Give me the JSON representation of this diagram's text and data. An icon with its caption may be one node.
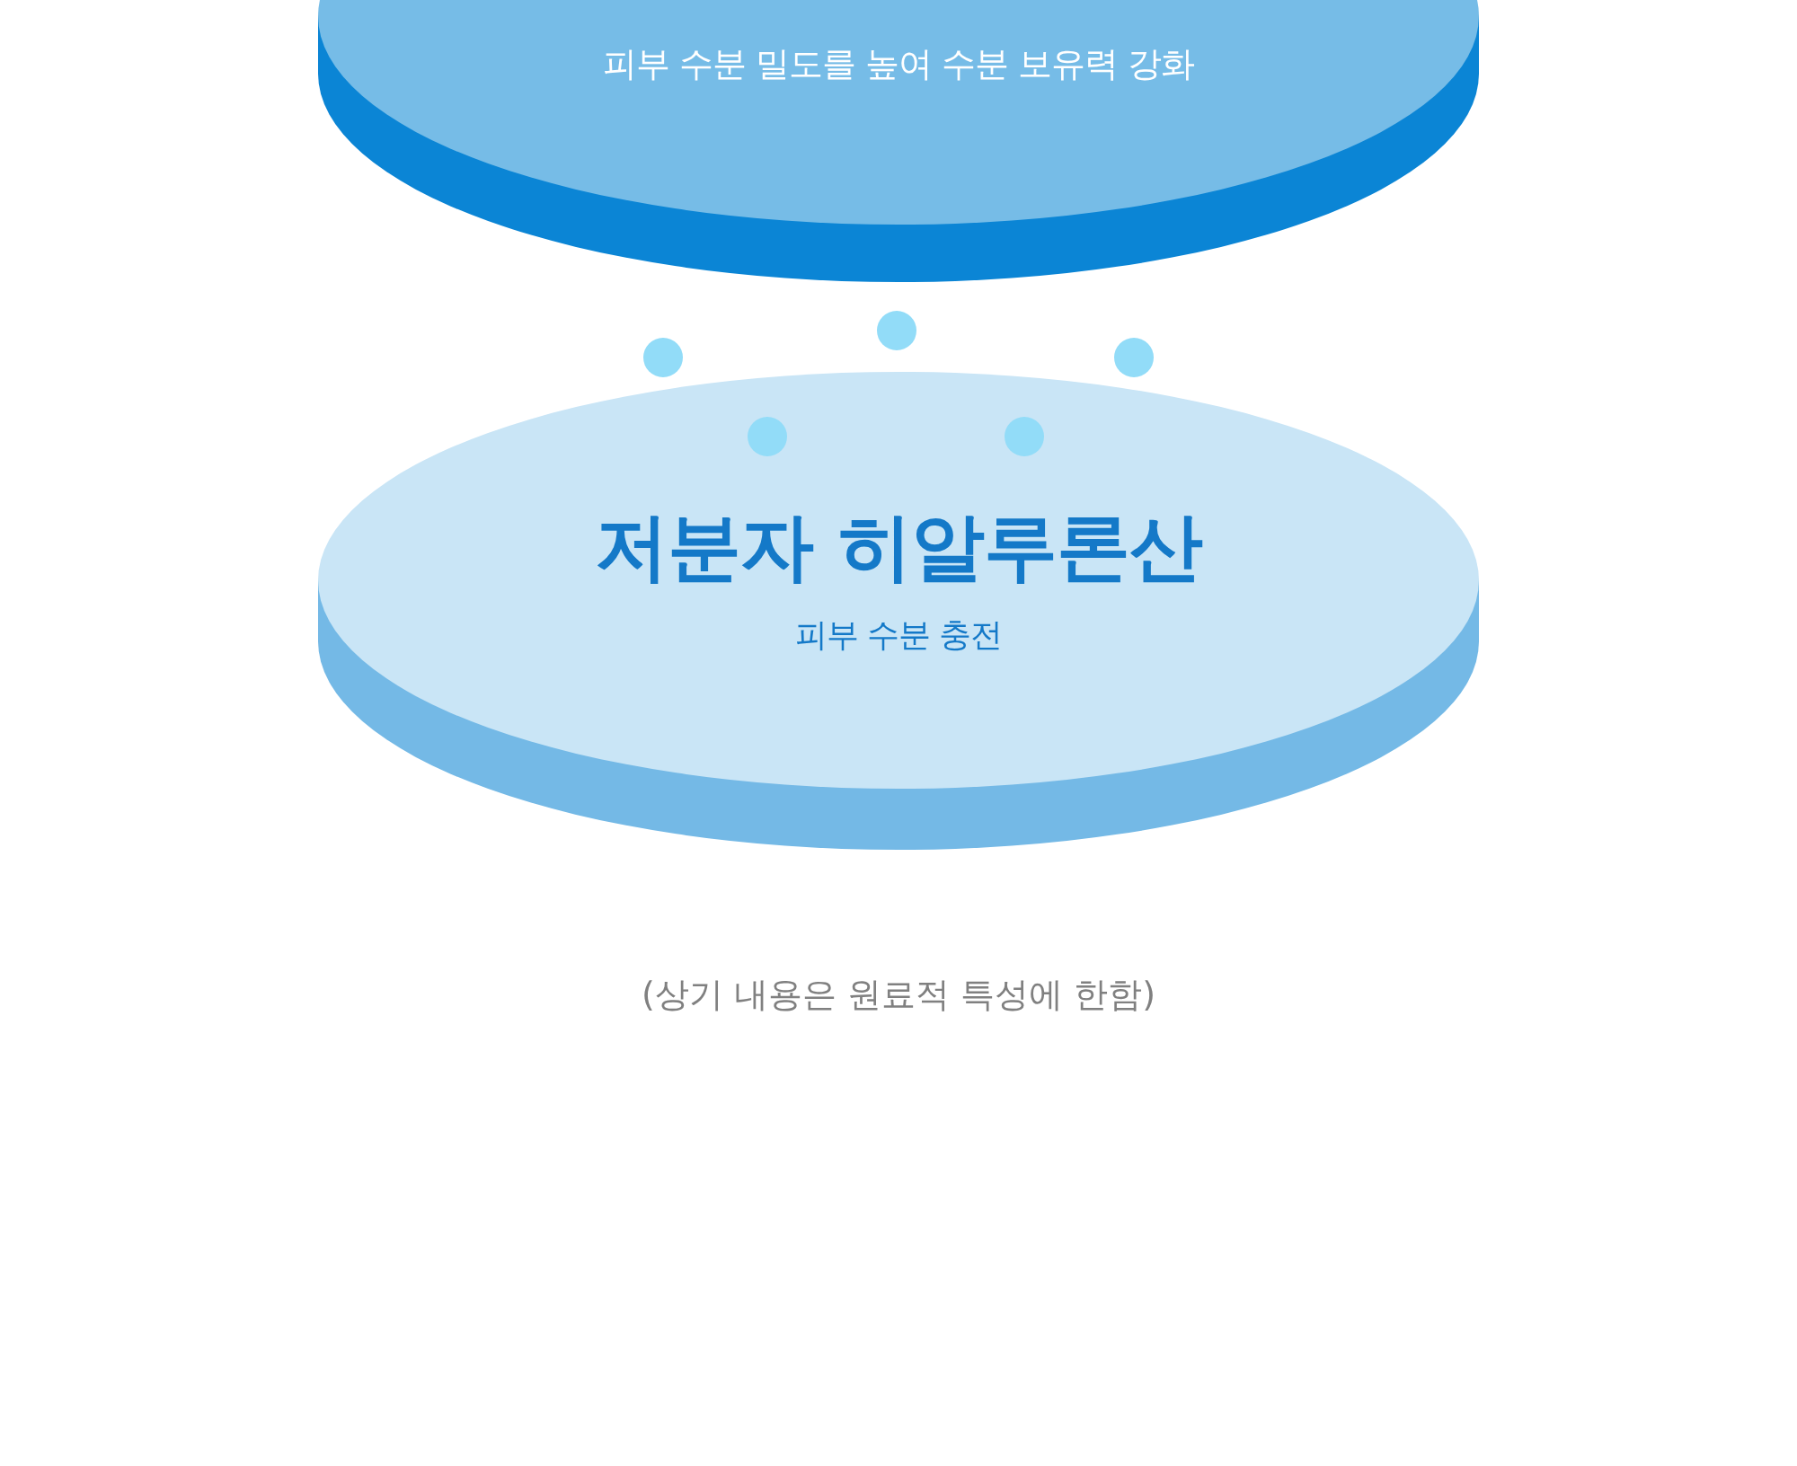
{
  "diagram": {
    "nodes": [
      {
        "text": [
          "피부 수분 밀도를 높여 수분 보유력 강화"
        ]
      },
      {
        "text": [
          "저분자 히알루론산",
          "피부 수분 충전"
        ]
      }
    ],
    "labels": [
      "(상기 내용은 원료적 특성에 한함)"
    ]
  }
}
